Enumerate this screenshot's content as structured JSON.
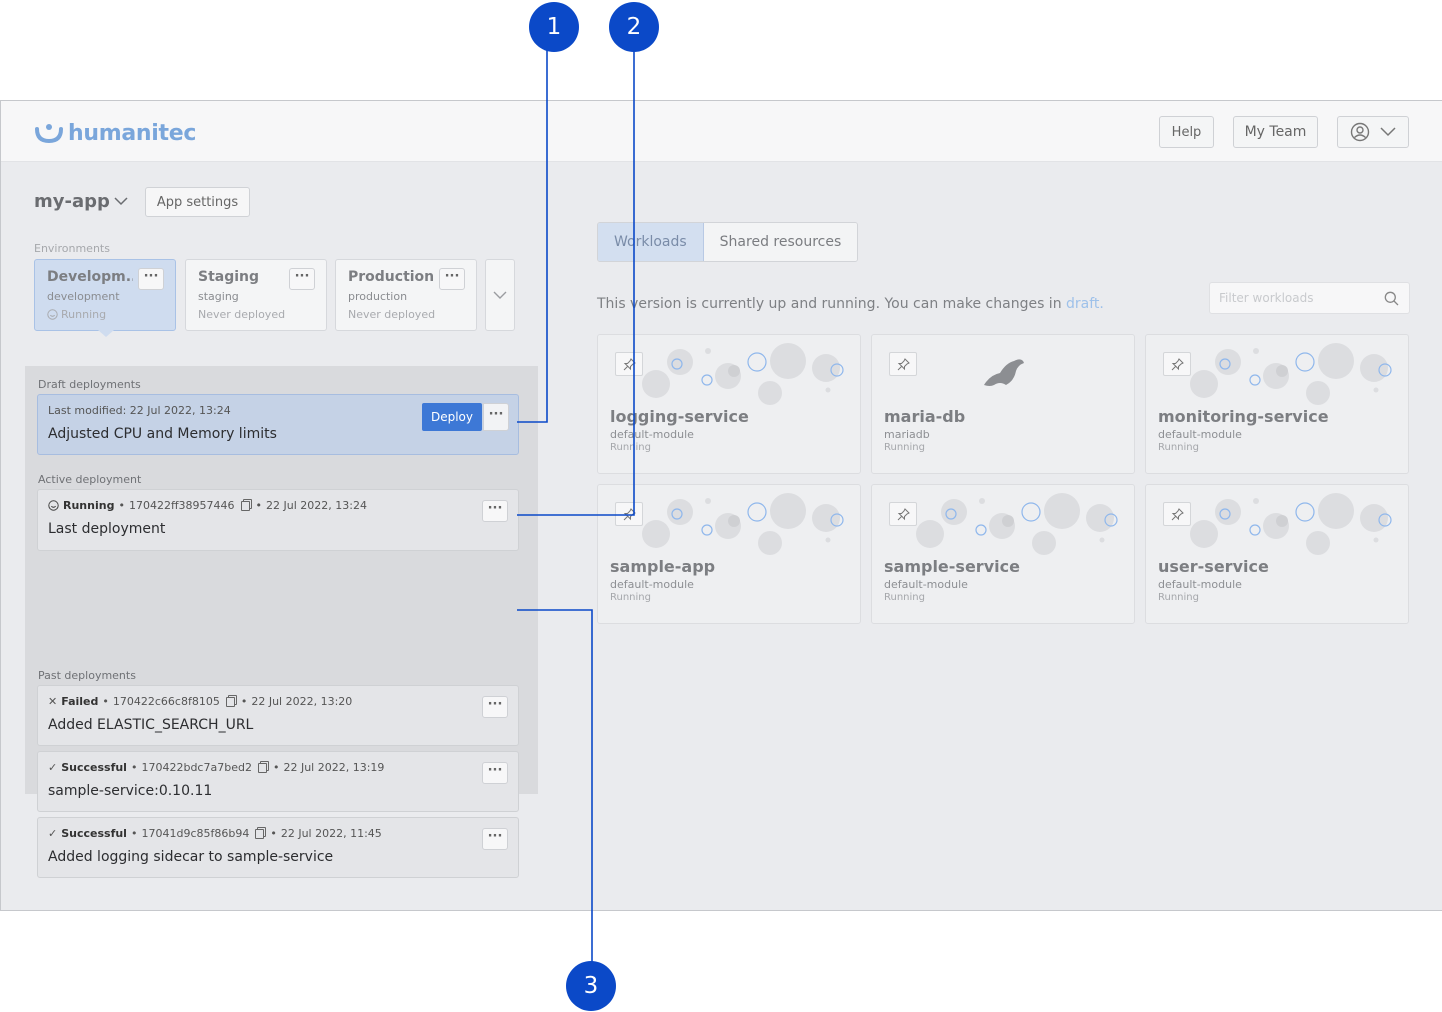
{
  "brand": {
    "name": "humanitec"
  },
  "topbar": {
    "help_label": "Help",
    "team_label": "My Team"
  },
  "app": {
    "name": "my-app",
    "settings_label": "App settings"
  },
  "environments": {
    "label": "Environments",
    "items": [
      {
        "name": "Developm...",
        "slug": "development",
        "status": "Running"
      },
      {
        "name": "Staging",
        "slug": "staging",
        "status": "Never deployed"
      },
      {
        "name": "Production",
        "slug": "production",
        "status": "Never deployed"
      }
    ]
  },
  "deployments": {
    "draft_label": "Draft deployments",
    "draft": {
      "modified": "Last modified: 22 Jul 2022, 13:24",
      "title": "Adjusted CPU and Memory limits",
      "deploy_label": "Deploy"
    },
    "active_label": "Active deployment",
    "active": {
      "status": "Running",
      "id": "170422ff38957446",
      "date": "22 Jul 2022, 13:24",
      "title": "Last deployment"
    },
    "past_label": "Past deployments",
    "past": [
      {
        "status": "Failed",
        "id": "170422c66c8f8105",
        "date": "22 Jul 2022, 13:20",
        "title": "Added ELASTIC_SEARCH_URL"
      },
      {
        "status": "Successful",
        "id": "170422bdc7a7bed2",
        "date": "22 Jul 2022, 13:19",
        "title": "sample-service:0.10.11"
      },
      {
        "status": "Successful",
        "id": "17041d9c85f86b94",
        "date": "22 Jul 2022, 11:45",
        "title": "Added logging sidecar to sample-service"
      }
    ],
    "separator": "•",
    "dots": "···"
  },
  "tabs": {
    "workloads": "Workloads",
    "shared": "Shared resources"
  },
  "info": {
    "text": "This version is currently up and running. You can make changes in ",
    "link": "draft."
  },
  "filter": {
    "placeholder": "Filter workloads"
  },
  "workloads": [
    {
      "name": "logging-service",
      "module": "default-module",
      "status": "Running"
    },
    {
      "name": "maria-db",
      "module": "mariadb",
      "status": "Running"
    },
    {
      "name": "monitoring-service",
      "module": "default-module",
      "status": "Running"
    },
    {
      "name": "sample-app",
      "module": "default-module",
      "status": "Running"
    },
    {
      "name": "sample-service",
      "module": "default-module",
      "status": "Running"
    },
    {
      "name": "user-service",
      "module": "default-module",
      "status": "Running"
    }
  ],
  "callouts": {
    "one": "1",
    "two": "2",
    "three": "3"
  },
  "colors": {
    "accent": "#0b49c8",
    "deploy": "#3d78d6",
    "link": "#9ec1ea"
  }
}
